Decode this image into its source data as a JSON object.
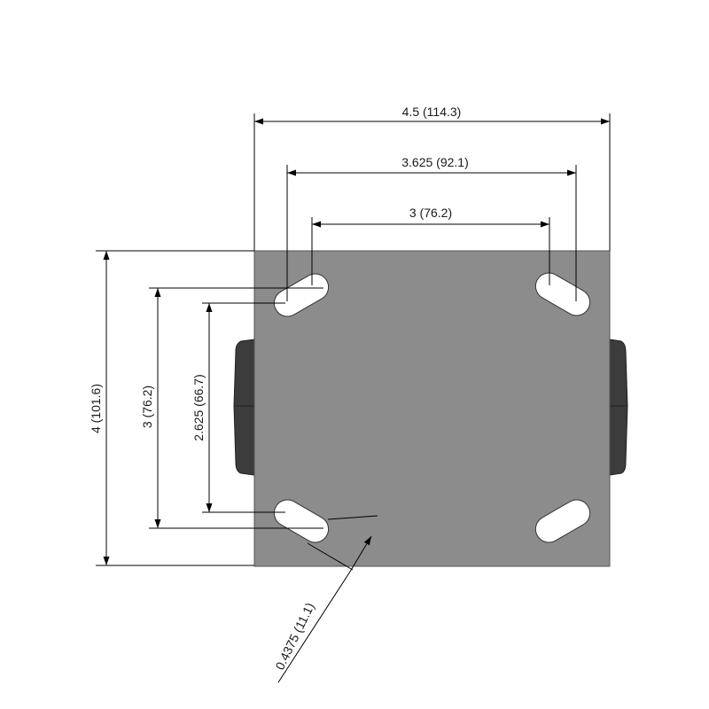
{
  "colors": {
    "plate": "#8c8c8c",
    "plate_edge": "#555555",
    "slot_fill": "#ffffff",
    "wheel_tread": "#3c3c3c",
    "wheel_hub": "#555555",
    "dimension": "#000000"
  },
  "dimensions": {
    "overall_width": "4.5 (114.3)",
    "slot_outer_spacing": "3.625 (92.1)",
    "slot_inner_spacing": "3 (76.2)",
    "overall_length": "4 (101.6)",
    "slot_vertical_outer": "3 (76.2)",
    "slot_vertical_inner": "2.625 (66.7)",
    "slot_width": "0.4375 (11.1)"
  }
}
